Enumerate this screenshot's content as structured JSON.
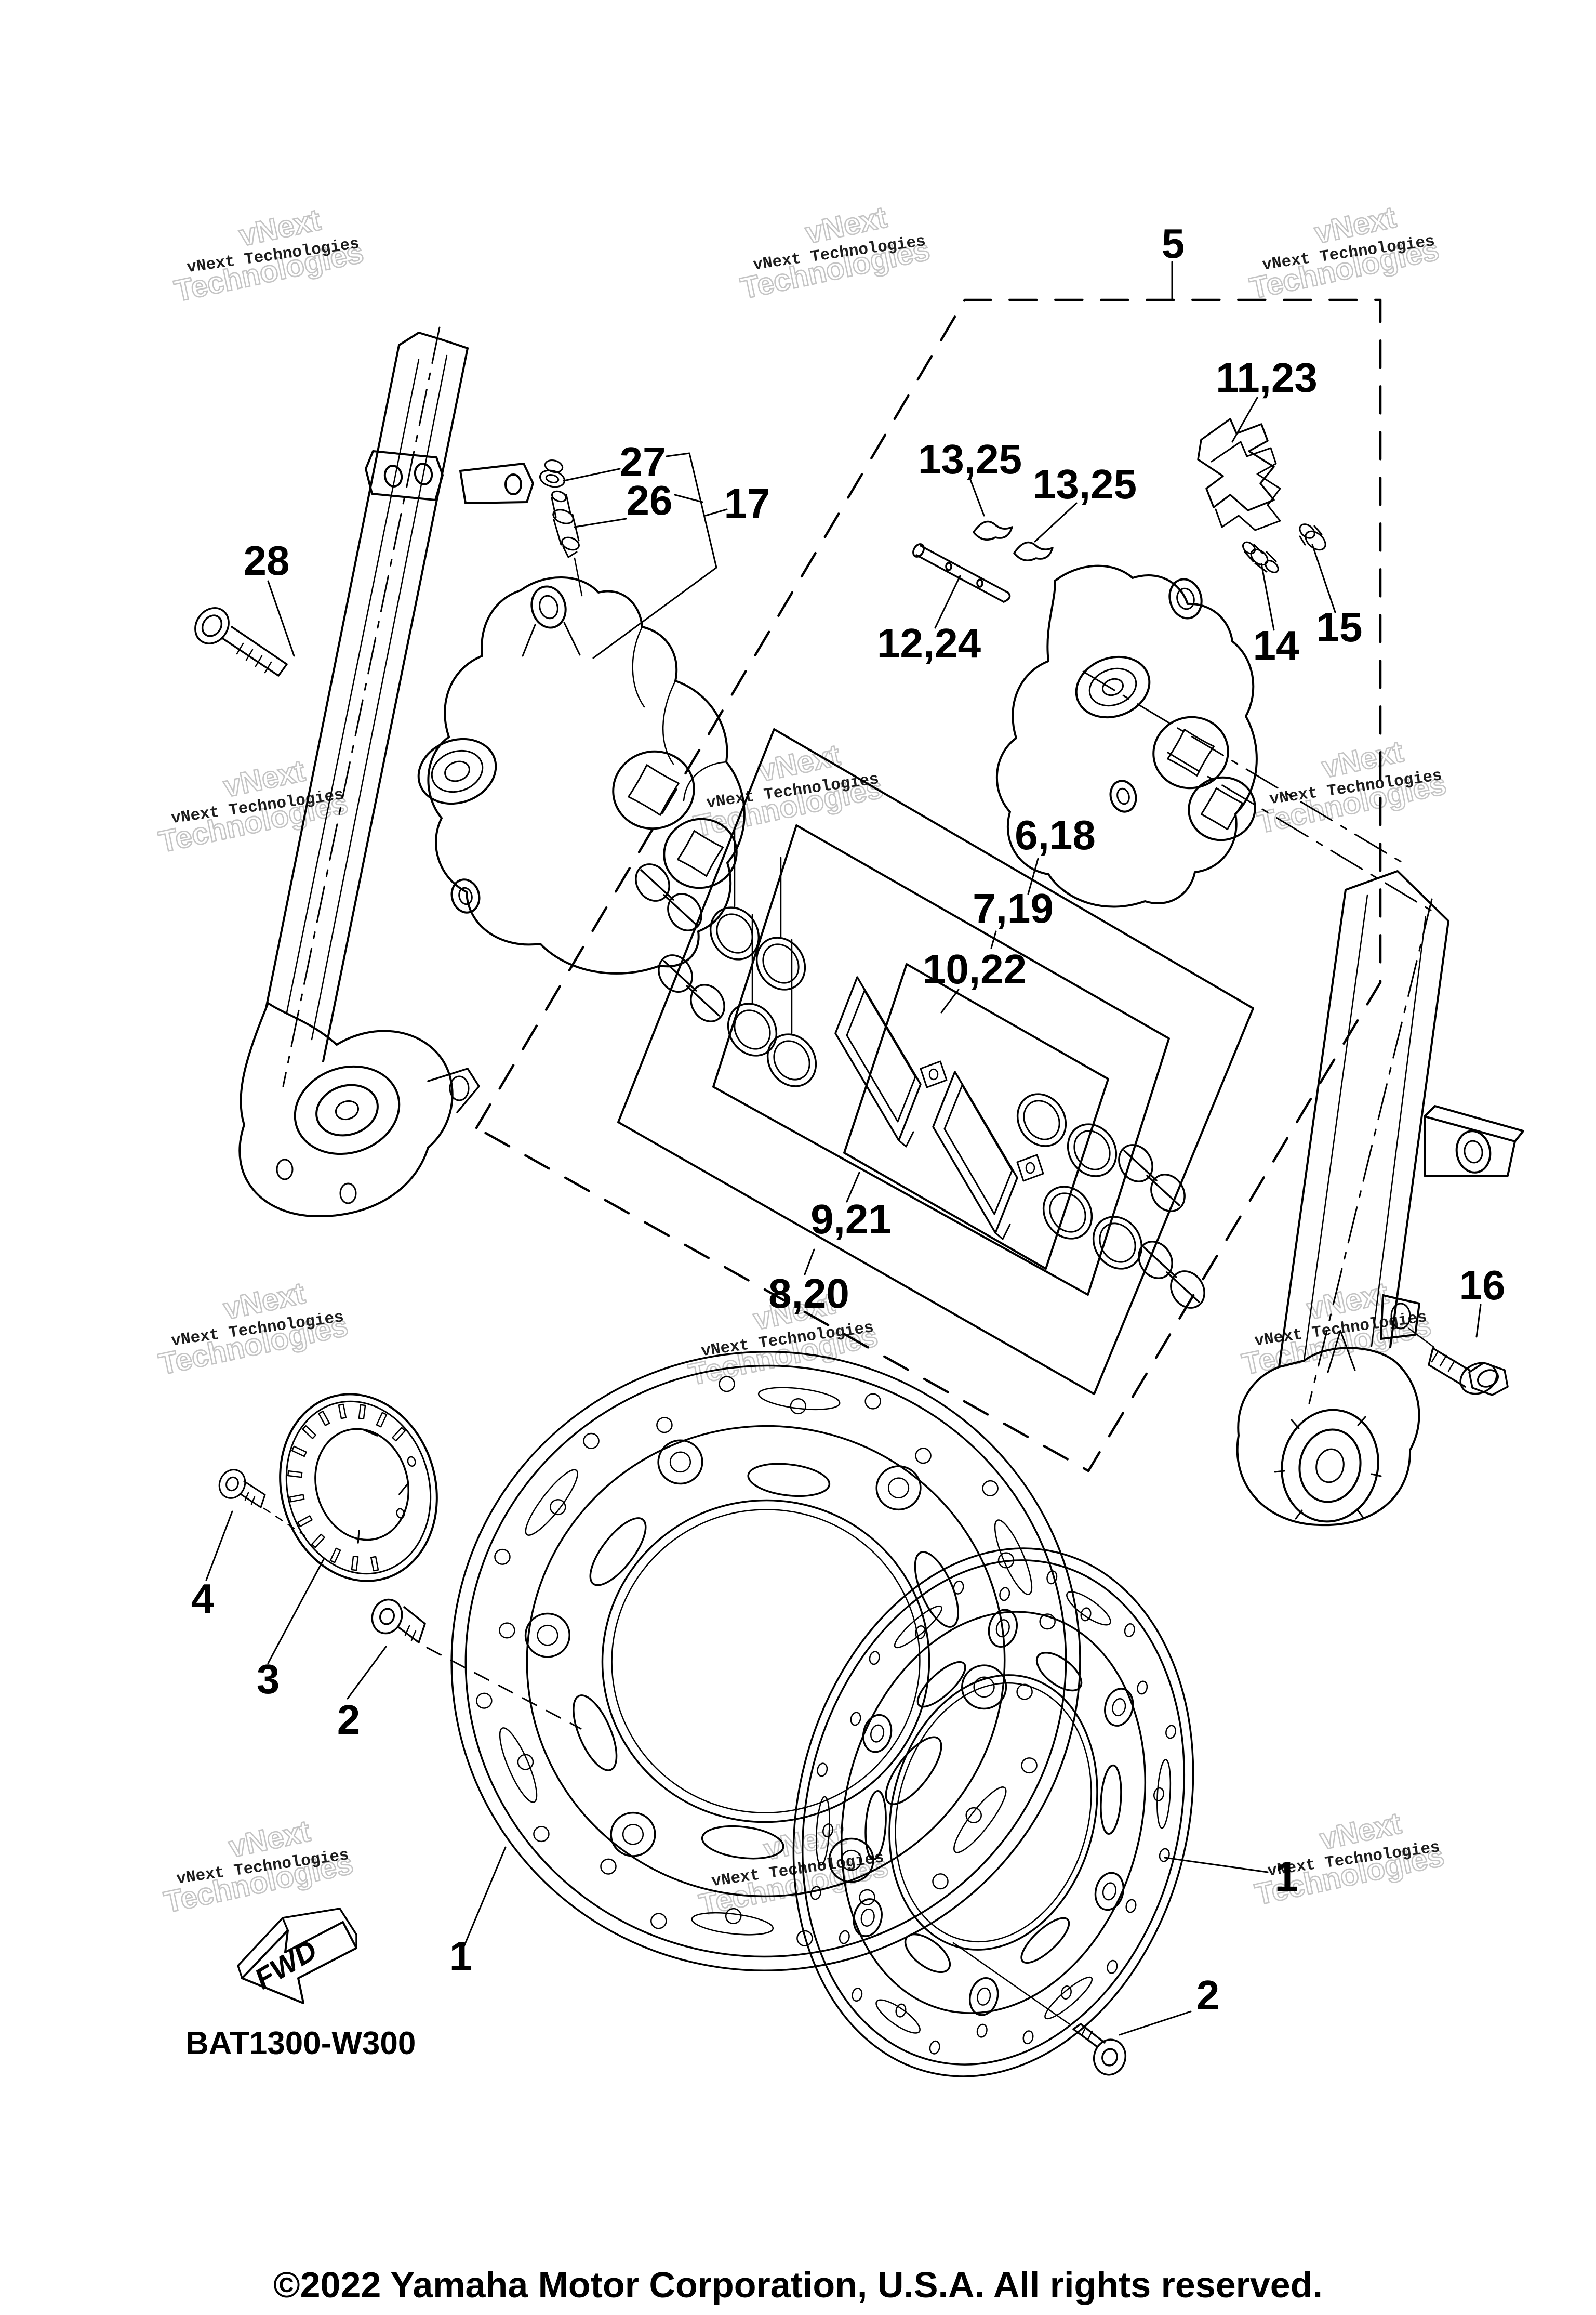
{
  "watermark": {
    "big_line1": "vNext",
    "big_line2": "Technologies",
    "small": "vNext Technologies"
  },
  "footer": {
    "code": "BAT1300-W300",
    "copyright": "©2022 Yamaha Motor Corporation, U.S.A. All rights reserved."
  },
  "fwd": {
    "label": "FWD"
  },
  "callouts": {
    "c5": {
      "label": "5"
    },
    "c27": {
      "label": "27"
    },
    "c26": {
      "label": "26"
    },
    "c17": {
      "label": "17"
    },
    "c28": {
      "label": "28"
    },
    "c11_23": {
      "label": "11,23"
    },
    "c13_25a": {
      "label": "13,25"
    },
    "c13_25b": {
      "label": "13,25"
    },
    "c12_24": {
      "label": "12,24"
    },
    "c14": {
      "label": "14"
    },
    "c15": {
      "label": "15"
    },
    "c6_18": {
      "label": "6,18"
    },
    "c7_19": {
      "label": "7,19"
    },
    "c10_22": {
      "label": "10,22"
    },
    "c9_21": {
      "label": "9,21"
    },
    "c8_20": {
      "label": "8,20"
    },
    "c16": {
      "label": "16"
    },
    "c4": {
      "label": "4"
    },
    "c3": {
      "label": "3"
    },
    "c2a": {
      "label": "2"
    },
    "c1a": {
      "label": "1"
    },
    "c1b": {
      "label": "1"
    },
    "c2b": {
      "label": "2"
    }
  }
}
